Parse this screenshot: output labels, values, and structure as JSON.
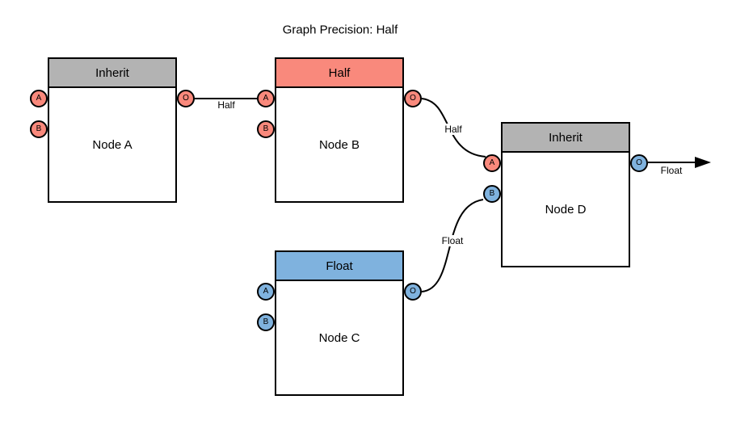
{
  "title": "Graph Precision: Half",
  "colors": {
    "inherit_header": "#B3B3B3",
    "half": "#F9897C",
    "float": "#7FB2DE",
    "stroke": "#000000",
    "background": "#FFFFFF"
  },
  "nodes": [
    {
      "name": "Node A",
      "header": "Inherit",
      "header_color": "#B3B3B3",
      "ports": {
        "a": "A",
        "b": "B",
        "o": "O"
      },
      "port_colors": {
        "a": "#F9897C",
        "b": "#F9897C",
        "o": "#F9897C"
      }
    },
    {
      "name": "Node B",
      "header": "Half",
      "header_color": "#F9897C",
      "ports": {
        "a": "A",
        "b": "B",
        "o": "O"
      },
      "port_colors": {
        "a": "#F9897C",
        "b": "#F9897C",
        "o": "#F9897C"
      }
    },
    {
      "name": "Node C",
      "header": "Float",
      "header_color": "#7FB2DE",
      "ports": {
        "a": "A",
        "b": "B",
        "o": "O"
      },
      "port_colors": {
        "a": "#7FB2DE",
        "b": "#7FB2DE",
        "o": "#7FB2DE"
      }
    },
    {
      "name": "Node D",
      "header": "Inherit",
      "header_color": "#B3B3B3",
      "ports": {
        "a": "A",
        "b": "B",
        "o": "O"
      },
      "port_colors": {
        "a": "#F9897C",
        "b": "#7FB2DE",
        "o": "#7FB2DE"
      }
    }
  ],
  "edges": [
    {
      "from": "Node A.O",
      "to": "Node B.A",
      "label": "Half"
    },
    {
      "from": "Node B.O",
      "to": "Node D.A",
      "label": "Half"
    },
    {
      "from": "Node C.O",
      "to": "Node D.B",
      "label": "Float"
    },
    {
      "from": "Node D.O",
      "to": "graph-output",
      "label": "Float"
    }
  ]
}
